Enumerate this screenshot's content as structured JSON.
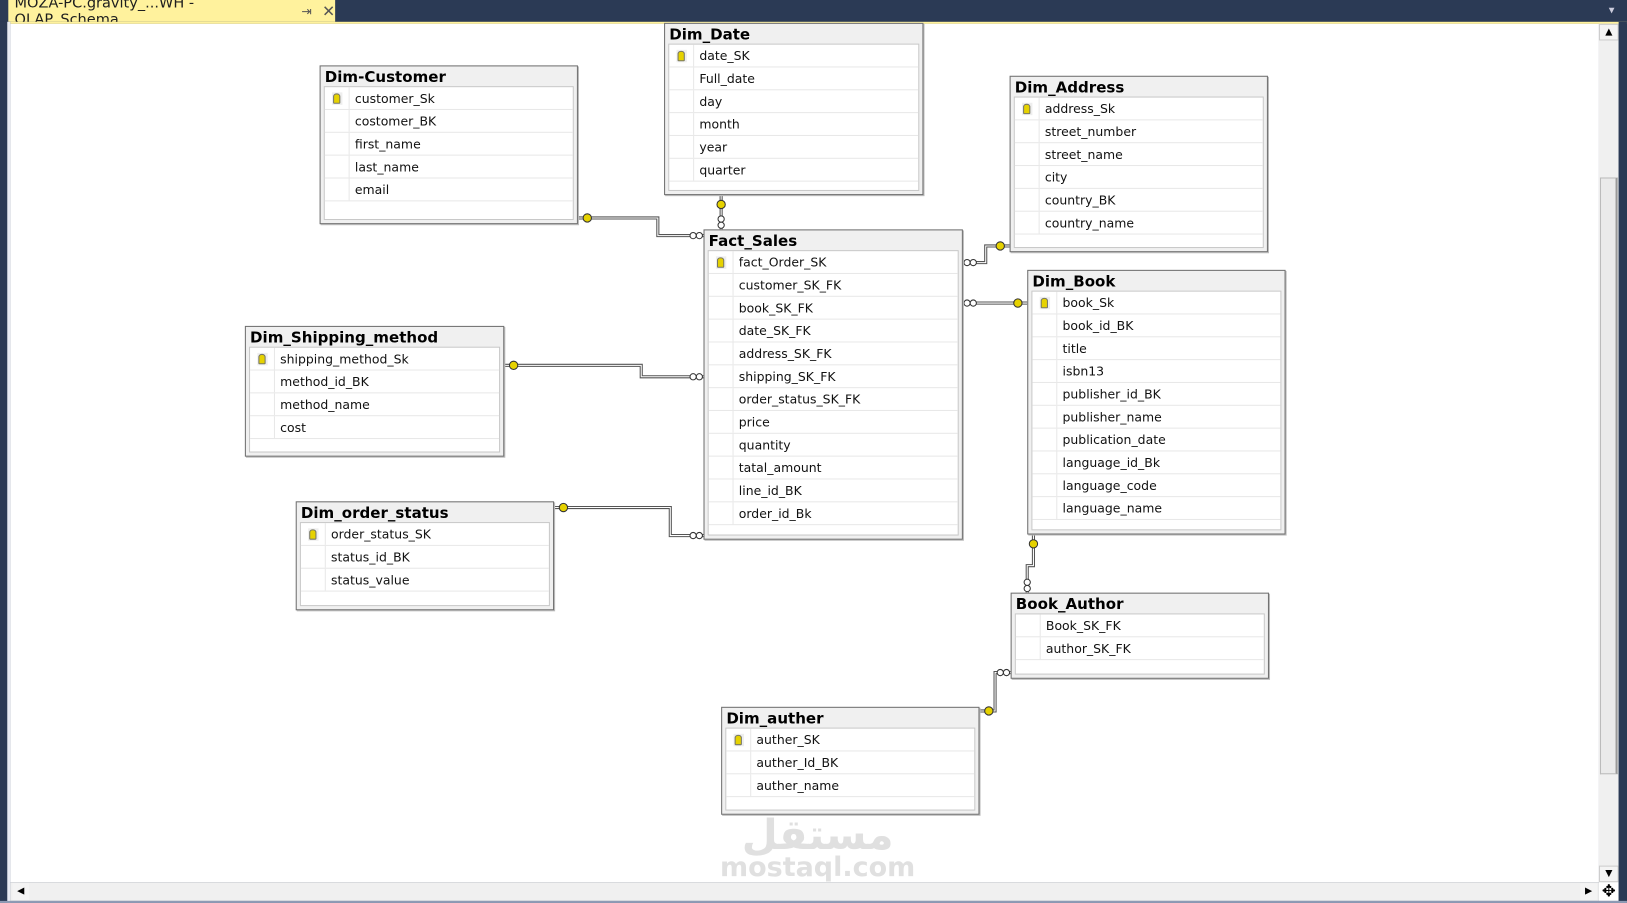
{
  "tab": {
    "title": "MOZA-PC.gravity_...WH - OLAP_Schema",
    "pin_icon": "pin-icon",
    "close_icon": "close-icon"
  },
  "watermark": {
    "arabic": "مستقل",
    "latin": "mostaql.com"
  },
  "colors": {
    "tab_bg": "#fff29d",
    "chrome": "#2b3a55",
    "pk_key": "#e6d200"
  },
  "tables": [
    {
      "name": "Dim-Customer",
      "columns": [
        {
          "name": "customer_Sk",
          "pk": true
        },
        {
          "name": "costomer_BK"
        },
        {
          "name": "first_name"
        },
        {
          "name": "last_name"
        },
        {
          "name": "email"
        }
      ]
    },
    {
      "name": "Dim_Date",
      "columns": [
        {
          "name": "date_SK",
          "pk": true
        },
        {
          "name": "Full_date"
        },
        {
          "name": "day"
        },
        {
          "name": "month"
        },
        {
          "name": "year"
        },
        {
          "name": "quarter"
        }
      ]
    },
    {
      "name": "Dim_Address",
      "columns": [
        {
          "name": "address_Sk",
          "pk": true
        },
        {
          "name": "street_number"
        },
        {
          "name": "street_name"
        },
        {
          "name": "city"
        },
        {
          "name": "country_BK"
        },
        {
          "name": "country_name"
        }
      ]
    },
    {
      "name": "Fact_Sales",
      "columns": [
        {
          "name": "fact_Order_SK",
          "pk": true
        },
        {
          "name": "customer_SK_FK"
        },
        {
          "name": "book_SK_FK"
        },
        {
          "name": "date_SK_FK"
        },
        {
          "name": "address_SK_FK"
        },
        {
          "name": "shipping_SK_FK"
        },
        {
          "name": "order_status_SK_FK"
        },
        {
          "name": "price"
        },
        {
          "name": "quantity"
        },
        {
          "name": "tatal_amount"
        },
        {
          "name": "line_id_BK"
        },
        {
          "name": "order_id_Bk"
        }
      ]
    },
    {
      "name": "Dim_Book",
      "columns": [
        {
          "name": "book_Sk",
          "pk": true
        },
        {
          "name": "book_id_BK"
        },
        {
          "name": "title"
        },
        {
          "name": "isbn13"
        },
        {
          "name": "publisher_id_BK"
        },
        {
          "name": "publisher_name"
        },
        {
          "name": "publication_date"
        },
        {
          "name": "language_id_Bk"
        },
        {
          "name": "language_code"
        },
        {
          "name": "language_name"
        }
      ]
    },
    {
      "name": "Dim_Shipping_method",
      "columns": [
        {
          "name": "shipping_method_Sk",
          "pk": true
        },
        {
          "name": "method_id_BK"
        },
        {
          "name": "method_name"
        },
        {
          "name": "cost"
        }
      ]
    },
    {
      "name": "Dim_order_status",
      "columns": [
        {
          "name": "order_status_SK",
          "pk": true
        },
        {
          "name": "status_id_BK"
        },
        {
          "name": "status_value"
        }
      ]
    },
    {
      "name": "Book_Author",
      "columns": [
        {
          "name": "Book_SK_FK"
        },
        {
          "name": "author_SK_FK"
        }
      ]
    },
    {
      "name": "Dim_auther",
      "columns": [
        {
          "name": "auther_SK",
          "pk": true
        },
        {
          "name": "auther_Id_BK"
        },
        {
          "name": "auther_name"
        }
      ]
    }
  ],
  "relationships": [
    {
      "from": "Dim-Customer",
      "to": "Fact_Sales"
    },
    {
      "from": "Dim_Date",
      "to": "Fact_Sales"
    },
    {
      "from": "Dim_Shipping_method",
      "to": "Fact_Sales"
    },
    {
      "from": "Dim_order_status",
      "to": "Fact_Sales"
    },
    {
      "from": "Dim_Address",
      "to": "Fact_Sales"
    },
    {
      "from": "Dim_Book",
      "to": "Fact_Sales"
    },
    {
      "from": "Dim_Book",
      "to": "Book_Author"
    },
    {
      "from": "Dim_auther",
      "to": "Book_Author"
    }
  ]
}
